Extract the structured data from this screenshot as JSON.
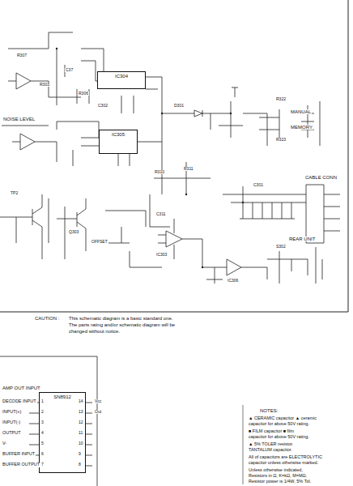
{
  "diagram": {
    "nodes": [
      {
        "text": [
          "IC304"
        ]
      },
      {
        "text": [
          "IC305"
        ]
      },
      {
        "text": [
          "SN8912"
        ]
      }
    ],
    "labels": [
      "NOISE LEVEL",
      "R307",
      "R303",
      "C37",
      "R306",
      "C302",
      "D301",
      "MANUAL",
      "MEMORY",
      "R322",
      "R323",
      "CABLE CONN",
      "REAR UNIT",
      "OFFSET",
      "Q303",
      "C301",
      "R310",
      "R311",
      "C311",
      "IC303",
      "IC306",
      "TP2",
      "S302",
      "CAUTION :",
      "This schematic diagram is a basic standard one.",
      "The parts rating and/or schematic diagram will be",
      "changed without notice.",
      "AMP OUT INPUT",
      "DECODE INPUT",
      "INPUT(+)",
      "INPUT(-)",
      "OUTPUT",
      "V-",
      "BUFFER INPUT",
      "BUFFER OUTPUT",
      "1",
      "2",
      "3",
      "4",
      "5",
      "6",
      "7",
      "14",
      "13",
      "12",
      "11",
      "10",
      "9",
      "8",
      "Vcc",
      "Out",
      "NOTES:",
      "▲ CERAMIC capacitor  ▲ ceramic",
      "capacitor for above 50V rating.",
      "■ FILM capacitor  ■ film",
      "capacitor for above 50V rating.",
      "▲ 5% TOLER resistor.",
      "   TANTALUM capacitor.",
      "All of capacitors are ELECTROLYTIC",
      "capacitor unless otherwise marked.",
      "Unless otherwise indicated,",
      "Resistors in Ω, K=kΩ, M=MΩ.",
      "Resistor power is 1/4W, 5% Tol."
    ]
  }
}
